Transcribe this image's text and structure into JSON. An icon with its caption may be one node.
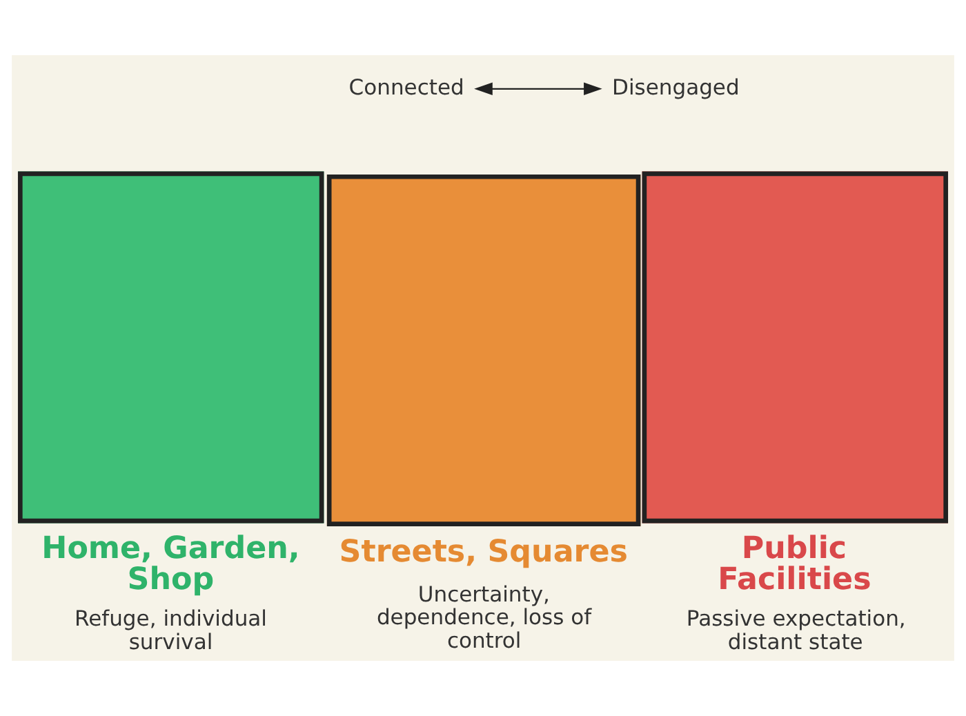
{
  "diagram": {
    "nodes": [
      {
        "text": [
          "Connected"
        ]
      },
      {
        "text": [
          "Disengaged"
        ]
      },
      {
        "text": [
          "Home, Garden, Shop",
          "Refuge, individual survival"
        ]
      },
      {
        "text": [
          "Streets, Squares",
          "Uncertainty, dependence, loss of control"
        ]
      },
      {
        "text": [
          "Public Facilities",
          "Passive expectation, distant state"
        ]
      }
    ],
    "edges": [
      {
        "from": 0,
        "to": 1,
        "arrow": "both"
      }
    ]
  }
}
